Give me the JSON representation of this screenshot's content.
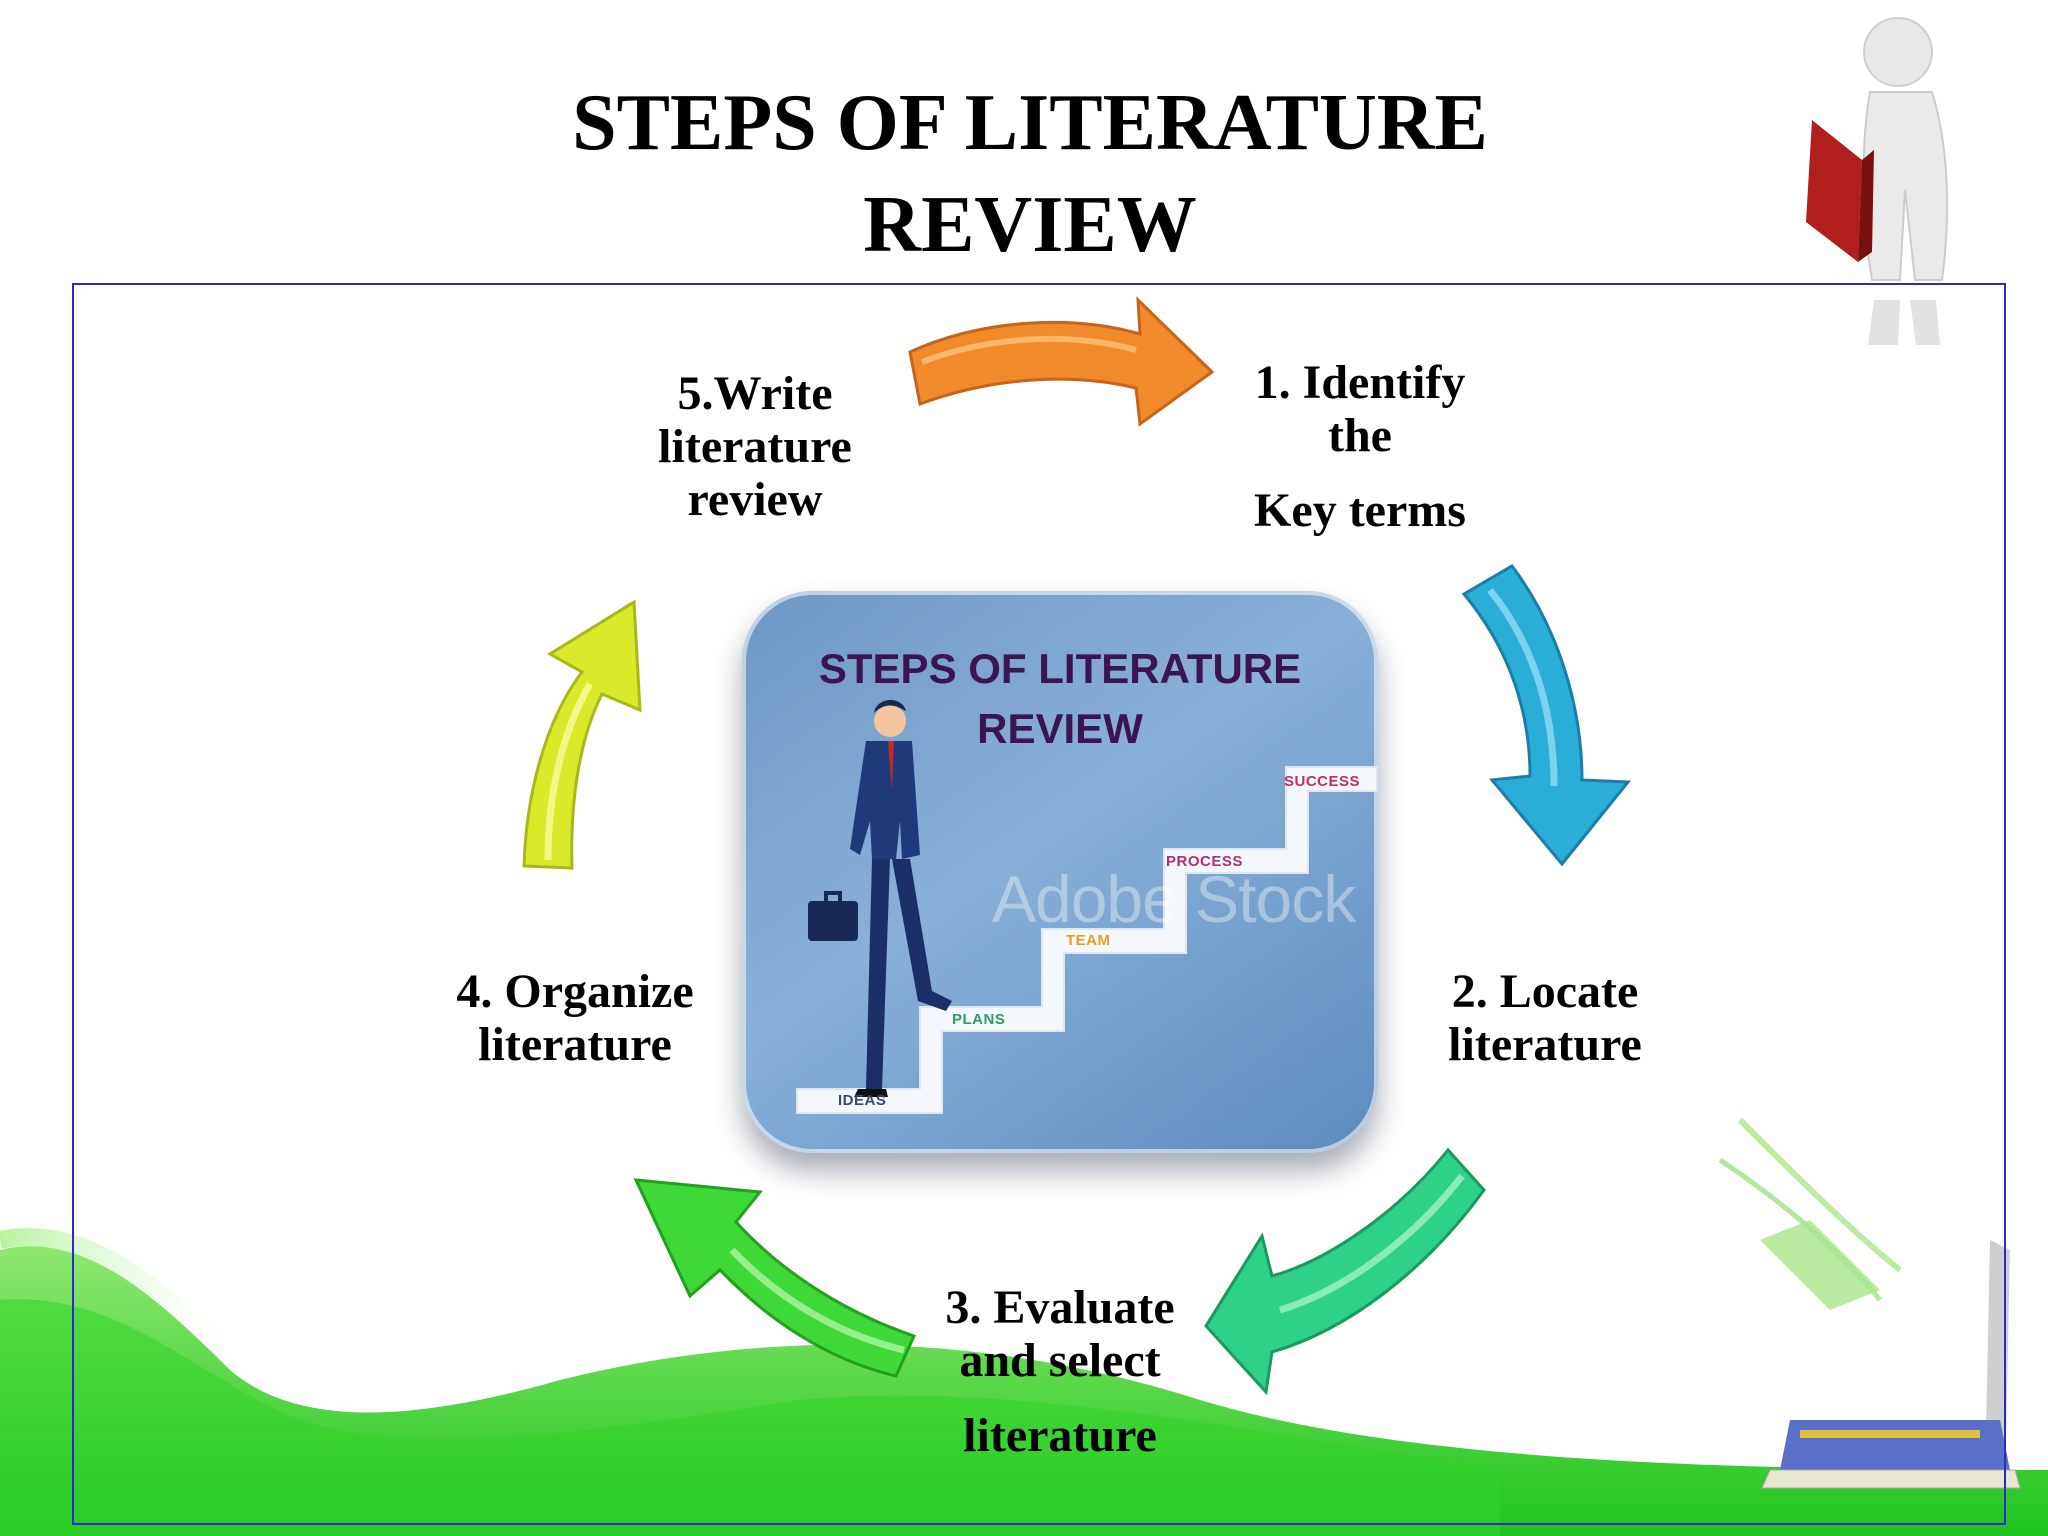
{
  "slide": {
    "title_line1": "STEPS OF LITERATURE",
    "title_line2": "REVIEW"
  },
  "steps": [
    {
      "id": 1,
      "lines": [
        "1. Identify",
        "the",
        "Key terms"
      ],
      "arrow_color": "#f08a2a"
    },
    {
      "id": 2,
      "lines": [
        "2. Locate",
        "literature"
      ],
      "arrow_color": "#2aaed8"
    },
    {
      "id": 3,
      "lines": [
        "3. Evaluate",
        "and select",
        "literature"
      ],
      "arrow_color": "#2ed08a"
    },
    {
      "id": 4,
      "lines": [
        "4. Organize",
        "literature"
      ],
      "arrow_color": "#3ed838"
    },
    {
      "id": 5,
      "lines": [
        "5.Write",
        "literature",
        "review"
      ],
      "arrow_color": "#d8ea2a"
    }
  ],
  "center_image": {
    "title_line1": "STEPS OF LITERATURE",
    "title_line2": "REVIEW",
    "watermark": "Adobe Stock",
    "stairs": [
      {
        "label": "IDEAS",
        "color": "#3b4a6a"
      },
      {
        "label": "PLANS",
        "color": "#2f9a6a"
      },
      {
        "label": "TEAM",
        "color": "#e8a020"
      },
      {
        "label": "PROCESS",
        "color": "#b0306a"
      },
      {
        "label": "SUCCESS",
        "color": "#c0305a"
      }
    ]
  },
  "colors": {
    "frame_border": "#2a2ad0",
    "bottom_wave": "#2fd32a",
    "center_title": "#3a1550"
  }
}
